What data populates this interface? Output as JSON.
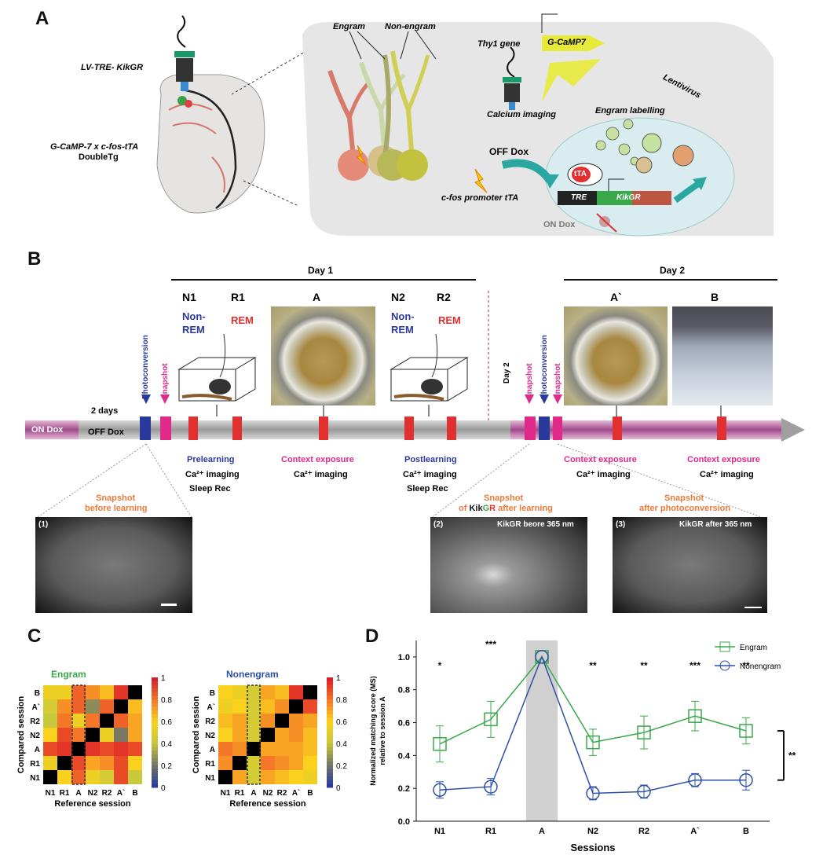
{
  "panels": {
    "a": "A",
    "b": "B",
    "c": "C",
    "d": "D"
  },
  "panelA": {
    "vector": "LV-TRE- KikGR",
    "mouse_line1": "G-CaMP-7 x c-fos-tTA",
    "mouse_line2": "DoubleTg",
    "engram": "Engram",
    "nonengram": "Non-engram",
    "thy1": "Thy1 gene",
    "gcamp7": "G-CaMP7",
    "calcium": "Calcium imaging",
    "lentivirus": "Lentivirus",
    "engram_labelling": "Engram labelling",
    "off_dox": "OFF Dox",
    "on_dox": "ON Dox",
    "tta": "tTA",
    "tre": "TRE",
    "kikgr": "KikGR",
    "cfos": "c-fos promoter tTA"
  },
  "panelB": {
    "day1": "Day 1",
    "day2": "Day 2",
    "day2_side": "Day 2",
    "two_days": "2 days",
    "on_dox": "ON Dox",
    "off_dox": "OFF Dox",
    "photoconversion": "Photoconversion",
    "snapshot": "Snapshot",
    "N1": "N1",
    "R1": "R1",
    "A": "A",
    "N2": "N2",
    "R2": "R2",
    "Ap": "A`",
    "B": "B",
    "nonrem1": "Non-",
    "nonrem2": "REM",
    "rem": "REM",
    "prelearning": "Prelearning",
    "postlearning": "Postlearning",
    "ca_imaging": "Ca²⁺ imaging",
    "sleep_rec": "Sleep Rec",
    "context_exposure": "Context exposure",
    "snap1_title1": "Snapshot",
    "snap1_title2": "before learning",
    "snap2_title1": "Snapshot",
    "snap2_title2a": "of ",
    "snap2_kik": "Kik",
    "snap2_g": "G",
    "snap2_r": "R",
    "snap2_title2b": " after learning",
    "snap3_title1": "Snapshot",
    "snap3_title2": "after photoconversion",
    "img1_label": "(1)",
    "img2_label": "(2)",
    "img3_label": "(3)",
    "img2_caption": "KikGR beore 365 nm",
    "img3_caption": "KikGR after 365 nm"
  },
  "panelC": {
    "titles": [
      "Engram",
      "Nonengram"
    ],
    "xlabel": "Reference session",
    "ylabel": "Compared session",
    "x_ticks": [
      "N1",
      "R1",
      "A",
      "N2",
      "R2",
      "A`",
      "B"
    ],
    "y_ticks": [
      "B",
      "A`",
      "R2",
      "N2",
      "A",
      "R1",
      "N1"
    ],
    "colorbar_ticks": [
      "1",
      "0.8",
      "0.6",
      "0.4",
      "0.2",
      "0"
    ],
    "engram_matrix": [
      [
        0.55,
        0.55,
        0.85,
        0.75,
        0.65,
        0.95,
        "X"
      ],
      [
        0.45,
        0.75,
        0.85,
        0.25,
        0.85,
        "X",
        0.65
      ],
      [
        0.4,
        0.8,
        0.55,
        0.8,
        "X",
        0.85,
        0.7
      ],
      [
        0.6,
        0.9,
        0.8,
        "X",
        0.55,
        0.2,
        0.7
      ],
      [
        0.9,
        0.95,
        "X",
        0.95,
        0.9,
        0.95,
        0.9
      ],
      [
        0.55,
        "X",
        0.9,
        0.7,
        0.75,
        0.9,
        0.6
      ],
      [
        "X",
        0.6,
        0.85,
        0.55,
        0.45,
        0.9,
        0.4
      ]
    ],
    "nonengram_matrix": [
      [
        0.6,
        0.55,
        0.45,
        0.7,
        0.65,
        0.95,
        "X"
      ],
      [
        0.55,
        0.6,
        0.45,
        0.65,
        0.75,
        "X",
        0.9
      ],
      [
        0.65,
        0.7,
        0.45,
        0.75,
        "X",
        0.75,
        0.7
      ],
      [
        0.6,
        0.7,
        0.45,
        "X",
        0.7,
        0.75,
        0.65
      ],
      [
        0.8,
        0.75,
        "X",
        0.7,
        0.7,
        0.7,
        0.65
      ],
      [
        0.75,
        "X",
        0.45,
        0.8,
        0.75,
        0.7,
        0.6
      ],
      [
        "X",
        0.7,
        0.45,
        0.7,
        0.65,
        0.6,
        0.55
      ]
    ]
  },
  "chart_data": {
    "type": "line",
    "title": "",
    "xlabel": "Sessions",
    "ylabel_line1": "Normalized matching score (MS)",
    "ylabel_line2": "relative to session A",
    "categories": [
      "N1",
      "R1",
      "A",
      "N2",
      "R2",
      "A`",
      "B"
    ],
    "ylim": [
      0,
      1.1
    ],
    "y_ticks": [
      "0.0",
      "0.2",
      "0.4",
      "0.6",
      "0.8",
      "1.0"
    ],
    "series": [
      {
        "name": "Engram",
        "color": "#3aa84a",
        "values": [
          0.47,
          0.62,
          1.0,
          0.48,
          0.54,
          0.64,
          0.55
        ],
        "errors": [
          0.11,
          0.11,
          0.0,
          0.08,
          0.1,
          0.09,
          0.08
        ]
      },
      {
        "name": "Nonengram",
        "color": "#2c4fa8",
        "values": [
          0.19,
          0.21,
          1.0,
          0.17,
          0.18,
          0.25,
          0.25
        ],
        "errors": [
          0.05,
          0.05,
          0.0,
          0.04,
          0.04,
          0.04,
          0.06
        ]
      }
    ],
    "significance": [
      "*",
      "***",
      "",
      "**",
      "**",
      "***",
      "**"
    ],
    "bracket_label": "**",
    "legend": [
      "Engram",
      "Nonengram"
    ]
  }
}
